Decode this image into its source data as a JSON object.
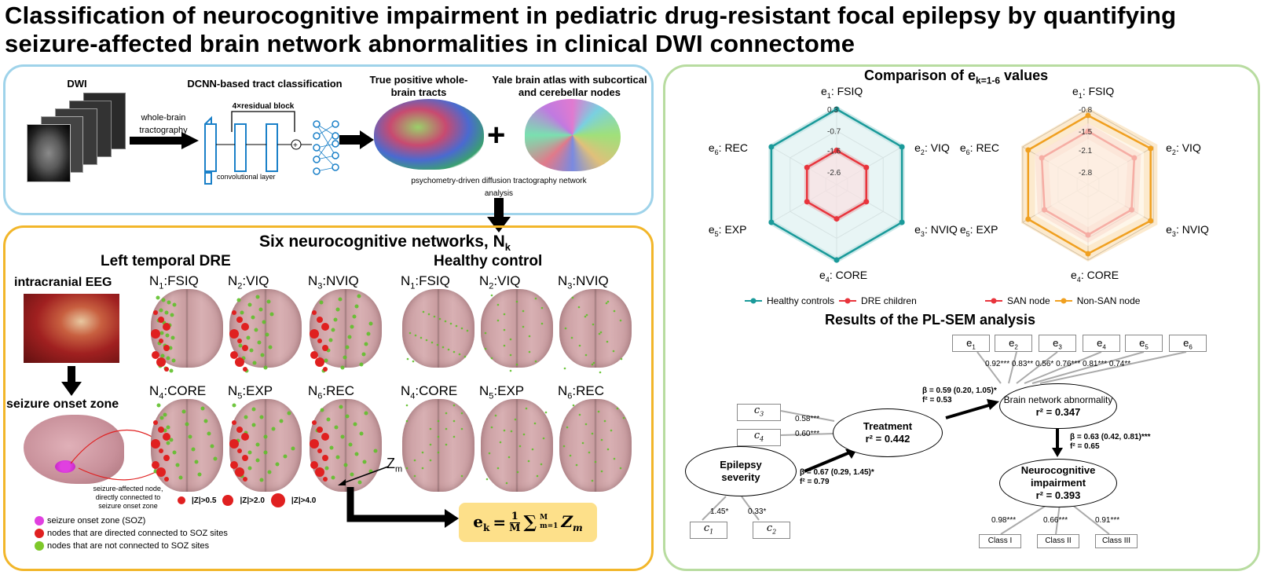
{
  "title": "Classification of neurocognitive impairment in pediatric drug-resistant focal epilepsy by quantifying seizure-affected brain network abnormalities in clinical DWI connectome",
  "pipeline": {
    "dwi": "DWI",
    "tractography": "whole-brain tractography",
    "dcnn": "DCNN-based tract classification",
    "residual": "4×residual block",
    "conv": "convolutional layer",
    "true_positive": "True positive whole-brain tracts",
    "yale": "Yale brain atlas with subcortical and cerebellar nodes",
    "plus": "+",
    "psychometry": "psychometry-driven diffusion tractography network analysis"
  },
  "networks": {
    "heading": "Six neurocognitive networks, N",
    "heading_sub": "k",
    "left_title": "Left temporal DRE",
    "right_title": "Healthy control",
    "labels": [
      {
        "n": "N",
        "s": "1",
        "t": ":FSIQ"
      },
      {
        "n": "N",
        "s": "2",
        "t": ":VIQ"
      },
      {
        "n": "N",
        "s": "3",
        "t": ":NVIQ"
      },
      {
        "n": "N",
        "s": "4",
        "t": ":CORE"
      },
      {
        "n": "N",
        "s": "5",
        "t": ":EXP"
      },
      {
        "n": "N",
        "s": "6",
        "t": ":REC"
      }
    ],
    "ieeg": "intracranial EEG",
    "soz": "seizure onset zone",
    "affected_note": "seizure-affected node, directly connected to seizure onset zone",
    "zm": "Z",
    "zm_sub": "m",
    "size_legend": [
      "|Z|>0.5",
      "|Z|>2.0",
      "|Z|>4.0"
    ],
    "size_legend_sub": "m",
    "legend": [
      {
        "label": "seizure onset zone (SOZ)",
        "color": "#e040e0"
      },
      {
        "label": "nodes that are directed connected to SOZ sites",
        "color": "#e02020"
      },
      {
        "label": "nodes that are not connected to SOZ sites",
        "color": "#7ec82a"
      }
    ],
    "formula_lhs": "e",
    "formula_lhs_sub": "k",
    "formula_eq": "=",
    "formula_frac_num": "1",
    "formula_frac_den": "M",
    "formula_sum": "∑",
    "formula_sum_top": "M",
    "formula_sum_bot": "m=1",
    "formula_z": "Z",
    "formula_z_sub": "m"
  },
  "radar": {
    "title_prefix": "Comparison of e",
    "title_sub": "k=1-6",
    "title_suffix": " values",
    "axes": [
      {
        "e": "e",
        "s": "1",
        "t": ": FSIQ"
      },
      {
        "e": "e",
        "s": "2",
        "t": ": VIQ"
      },
      {
        "e": "e",
        "s": "3",
        "t": ": NVIQ"
      },
      {
        "e": "e",
        "s": "4",
        "t": ": CORE"
      },
      {
        "e": "e",
        "s": "5",
        "t": ": EXP"
      },
      {
        "e": "e",
        "s": "6",
        "t": ": REC"
      }
    ],
    "left_ticks": [
      "0.3",
      "-0.7",
      "-1.6",
      "-2.6"
    ],
    "right_ticks": [
      "-0.8",
      "-1.5",
      "-2.1",
      "-2.8"
    ],
    "left_legend": [
      {
        "label": "Healthy controls",
        "color": "#1a9a9a"
      },
      {
        "label": "DRE children",
        "color": "#e8343c"
      }
    ],
    "right_legend": [
      {
        "label": "SAN node",
        "color": "#e8343c"
      },
      {
        "label": "Non-SAN node",
        "color": "#f0a020"
      }
    ]
  },
  "sem": {
    "title": "Results of the PL-SEM analysis",
    "indicators_top": [
      "e1",
      "e2",
      "e3",
      "e4",
      "e5",
      "e6"
    ],
    "loadings_top": "0.92*** 0.83** 0.56* 0.76*** 0.81*** 0.74**",
    "brain_node": "Brain network abnormality",
    "brain_r2": "r² = 0.347",
    "treatment": "Treatment",
    "treatment_r2": "r² = 0.442",
    "epilepsy": "Epilepsy severity",
    "neuro": "Neurocognitive impairment",
    "neuro_r2": "r² = 0.393",
    "beta_tb": "β = 0.59 (0.20, 1.05)*",
    "f2_tb": "f² = 0.53",
    "beta_bn": "β = 0.63 (0.42, 0.81)***",
    "f2_bn": "f² = 0.65",
    "beta_et": "β = 0.67 (0.29, 1.45)*",
    "f2_et": "f² = 0.79",
    "c3": "c",
    "c3_sub": "3",
    "c4": "c",
    "c4_sub": "4",
    "c1": "c",
    "c1_sub": "1",
    "c2": "c",
    "c2_sub": "2",
    "l_c3": "0.58***",
    "l_c4": "0.60***",
    "l_c1": "1.45*",
    "l_c2": "0.33*",
    "classes": [
      "Class I",
      "Class II",
      "Class III"
    ],
    "class_loadings": [
      "0.98***",
      "0.66***",
      "0.91***"
    ]
  },
  "colors": {
    "top_panel": "#9fd3ea",
    "bottom_panel": "#f2b62a",
    "right_panel": "#b8dca0",
    "teal": "#1a9a9a",
    "red": "#e8343c",
    "orange": "#f0a020",
    "formula_bg": "#fde08a"
  },
  "chart_data": [
    {
      "type": "radar",
      "title": "Comparison of e k=1-6 values",
      "categories": [
        "e1: FSIQ",
        "e2: VIQ",
        "e3: NVIQ",
        "e4: CORE",
        "e5: EXP",
        "e6: REC"
      ],
      "ticks": [
        0.3,
        -0.7,
        -1.6,
        -2.6
      ],
      "series": [
        {
          "name": "Healthy controls",
          "values": [
            0.3,
            0.3,
            0.3,
            0.3,
            0.3,
            0.3
          ]
        },
        {
          "name": "DRE children",
          "values": [
            -1.6,
            -1.6,
            -1.6,
            -1.6,
            -1.6,
            -1.6
          ]
        }
      ]
    },
    {
      "type": "radar",
      "categories": [
        "e1: FSIQ",
        "e2: VIQ",
        "e3: NVIQ",
        "e4: CORE",
        "e5: EXP",
        "e6: REC"
      ],
      "ticks": [
        -0.8,
        -1.5,
        -2.1,
        -2.8
      ],
      "series": [
        {
          "name": "SAN node",
          "values": [
            -1.5,
            -1.5,
            -1.6,
            -1.6,
            -1.6,
            -1.5
          ]
        },
        {
          "name": "Non-SAN node",
          "values": [
            -1.0,
            -0.9,
            -0.9,
            -1.0,
            -1.0,
            -1.0
          ]
        }
      ]
    }
  ]
}
